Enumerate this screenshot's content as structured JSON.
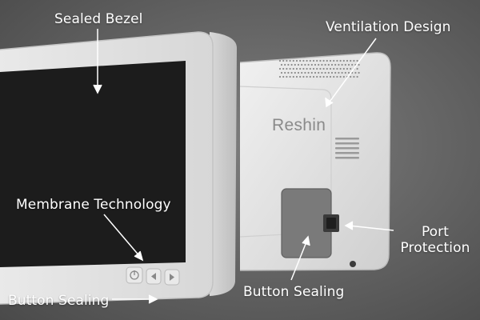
{
  "brand": {
    "name": "Reshin"
  },
  "callouts": {
    "sealed_bezel": "Sealed Bezel",
    "ventilation_design": "Ventilation Design",
    "membrane_technology": "Membrane Technology",
    "port_protection": "Port\nProtection",
    "button_sealing_rear": "Button Sealing",
    "button_sealing_front": "Button Sealing"
  },
  "icons": {
    "front_buttons": [
      "power-icon",
      "chevron-left-icon",
      "chevron-right-icon"
    ]
  },
  "colors": {
    "background": "#666666",
    "housing": "#e4e4e4",
    "screen": "#1c1c1c",
    "callout_text": "#ffffff"
  }
}
